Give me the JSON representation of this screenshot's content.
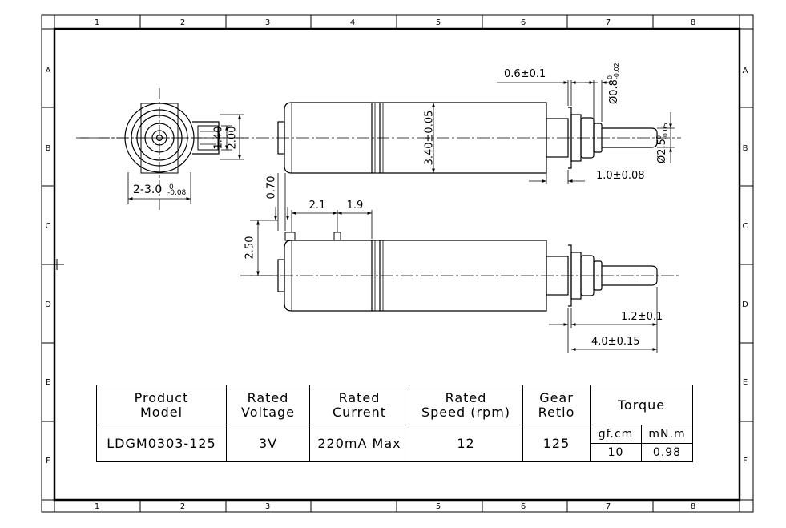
{
  "frame": {
    "columns": [
      "1",
      "2",
      "3",
      "4",
      "5",
      "6",
      "7",
      "8"
    ],
    "rows": [
      "A",
      "B",
      "C",
      "D",
      "E",
      "F"
    ]
  },
  "dimensions": {
    "d_0_6": "0.6±0.1",
    "d_dia08_main": "Ø0.8",
    "d_dia08_upper": "0",
    "d_dia08_lower": "-0.02",
    "d_3_40": "3.40±0.05",
    "d_dia25_main": "Ø2.5",
    "d_dia25_upper": "0",
    "d_dia25_lower": "-0.05",
    "d_1_0": "1.0±0.08",
    "d_1_40": "1.40",
    "d_2_00": "2.00",
    "d_2x3_main": "2-3.0",
    "d_2x3_upper": "0",
    "d_2x3_lower": "-0.08",
    "d_0_70": "0.70",
    "d_2_1": "2.1",
    "d_1_9": "1.9",
    "d_2_50": "2.50",
    "d_1_2": "1.2±0.1",
    "d_4_0": "4.0±0.15"
  },
  "table": {
    "headers": {
      "product_model": [
        "Product",
        "Model"
      ],
      "rated_voltage": [
        "Rated",
        "Voltage"
      ],
      "rated_current": [
        "Rated",
        "Current"
      ],
      "rated_speed": [
        "Rated",
        "Speed (rpm)"
      ],
      "gear_ratio": [
        "Gear",
        "Retio"
      ],
      "torque": "Torque",
      "torque_unit_1": "gf.cm",
      "torque_unit_2": "mN.m"
    },
    "row": {
      "model": "LDGM0303-125",
      "voltage": "3V",
      "current": "220mA Max",
      "speed": "12",
      "ratio": "125",
      "torque_gfcm": "10",
      "torque_mnm": "0.98"
    }
  }
}
